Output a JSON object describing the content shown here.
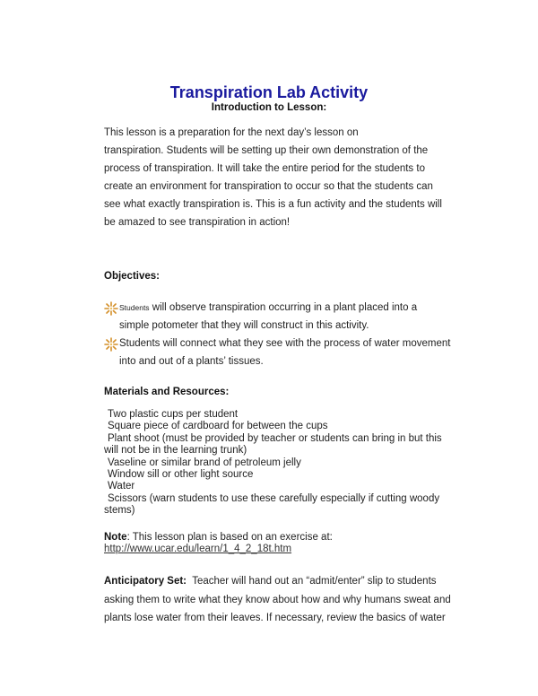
{
  "document": {
    "title": "Transpiration Lab Activity",
    "subtitle": "Introduction to Lesson:",
    "intro_lines": [
      "This lesson is a preparation for the next day’s lesson on",
      "transpiration. Students will be setting up their own demonstration of the",
      "process of transpiration. It will take the entire period for the students to",
      "create an environment for transpiration to occur so that the students can",
      "see what exactly transpiration is. This is a fun activity and the students will",
      "be amazed to see transpiration in action!"
    ],
    "objectives": {
      "heading": "Objectives:",
      "items": [
        {
          "first_word": "Students",
          "line1": " will observe transpiration occurring in a plant placed into a",
          "line2": "simple potometer that they will construct in this activity."
        },
        {
          "first_word": "Students",
          "line1": " will connect what they see with the process of water movement",
          "line2": "into and out of a plants’ tissues."
        }
      ],
      "bullet_icon": "sparkle-star-icon",
      "bullet_color": "#d4902a"
    },
    "materials": {
      "heading": "Materials and Resources:",
      "items": [
        "Two plastic cups per student",
        "Square piece of cardboard for between the cups",
        "Plant  shoot (must be provided by teacher or students can bring in but this",
        "will not be in the learning trunk)",
        "Vaseline or similar brand of petroleum jelly",
        "Window sill or other light source",
        "Water",
        "Scissors  (warn students to use these carefully especially if cutting woody",
        "stems)"
      ]
    },
    "note": {
      "label": "Note",
      "text": ":  This lesson plan is based on an exercise at:",
      "link": "http://www.ucar.edu/learn/1_4_2_18t.htm"
    },
    "anticipatory_set": {
      "label": "Anticipatory Set:",
      "lines": [
        "  Teacher will hand out an “admit/enter” slip to students",
        "asking them to write what they know about how and why humans sweat and",
        "plants lose water from their leaves.  If necessary, review the basics of water"
      ]
    },
    "colors": {
      "title": "#1a1a9e",
      "text": "#222222"
    }
  }
}
